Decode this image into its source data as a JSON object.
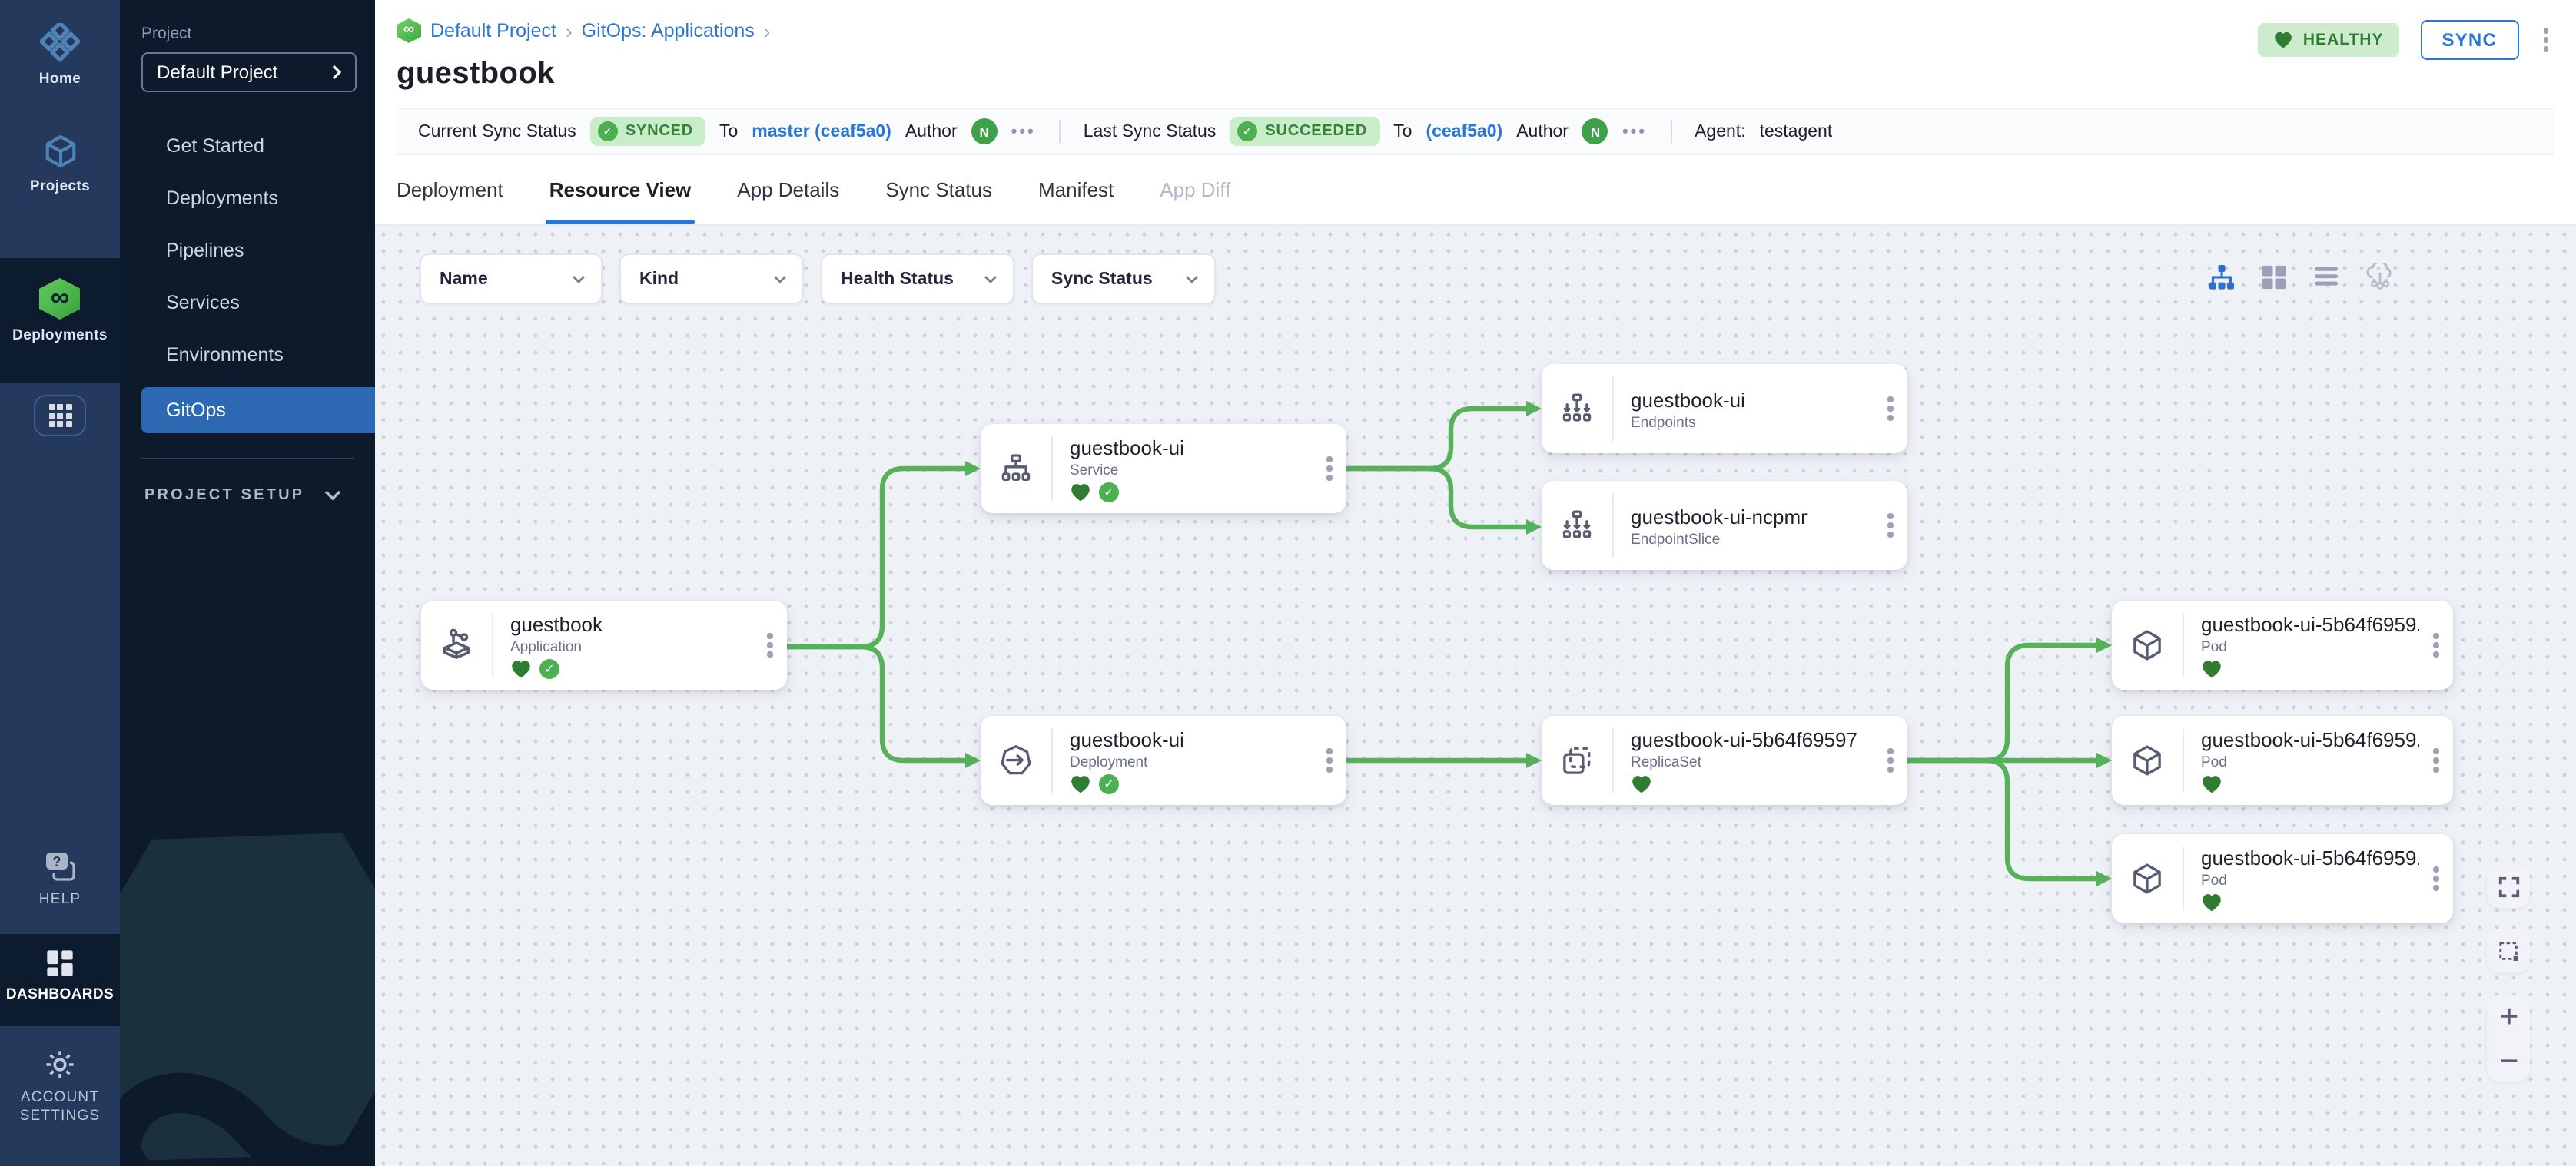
{
  "rail": {
    "home": "Home",
    "projects": "Projects",
    "deployments": "Deployments",
    "help": "HELP",
    "dashboards": "DASHBOARDS",
    "account_settings_line1": "ACCOUNT",
    "account_settings_line2": "SETTINGS"
  },
  "project_nav": {
    "section_label": "Project",
    "selector_value": "Default Project",
    "items": [
      "Get Started",
      "Deployments",
      "Pipelines",
      "Services",
      "Environments",
      "GitOps"
    ],
    "setup_label": "PROJECT SETUP"
  },
  "breadcrumb": {
    "project": "Default Project",
    "section": "GitOps: Applications",
    "separator": "›"
  },
  "page": {
    "title": "guestbook"
  },
  "actions": {
    "health_badge": "HEALTHY",
    "sync_button": "SYNC"
  },
  "status_bar": {
    "current_label": "Current Sync Status",
    "current_value": "SYNCED",
    "to_label": "To",
    "current_revision": "master (ceaf5a0)",
    "author_label": "Author",
    "author_initial": "N",
    "menu_dots": "•••",
    "last_label": "Last Sync Status",
    "last_value": "SUCCEEDED",
    "last_revision": "(ceaf5a0)",
    "agent_label": "Agent:",
    "agent_value": "testagent"
  },
  "tabs": {
    "t0": "Deployment",
    "t1": "Resource View",
    "t2": "App Details",
    "t3": "Sync Status",
    "t4": "Manifest",
    "t5": "App Diff",
    "active": "Resource View"
  },
  "filters": {
    "name": "Name",
    "kind": "Kind",
    "health": "Health Status",
    "sync": "Sync Status"
  },
  "view_toggles": [
    "tree-view",
    "grid-view",
    "list-view",
    "network-view"
  ],
  "graph": {
    "nodes": [
      {
        "name": "guestbook",
        "kind": "Application",
        "healthy": true,
        "synced": true
      },
      {
        "name": "guestbook-ui",
        "kind": "Service",
        "healthy": true,
        "synced": true
      },
      {
        "name": "guestbook-ui",
        "kind": "Endpoints"
      },
      {
        "name": "guestbook-ui-ncpmr",
        "kind": "EndpointSlice"
      },
      {
        "name": "guestbook-ui",
        "kind": "Deployment",
        "healthy": true,
        "synced": true
      },
      {
        "name": "guestbook-ui-5b64f69597",
        "kind": "ReplicaSet",
        "healthy": true
      },
      {
        "name": "guestbook-ui-5b64f6959...",
        "kind": "Pod",
        "healthy": true
      },
      {
        "name": "guestbook-ui-5b64f6959...",
        "kind": "Pod",
        "healthy": true
      },
      {
        "name": "guestbook-ui-5b64f6959...",
        "kind": "Pod",
        "healthy": true
      }
    ]
  },
  "colors": {
    "accent_blue": "#2b76d2",
    "nav_selected_blue": "#2d68b2",
    "gitops_green": "#42ab45",
    "edge_green": "#56b259",
    "healthy_green": "#2e7d32",
    "synced_badge_bg": "#c9ecc9"
  }
}
